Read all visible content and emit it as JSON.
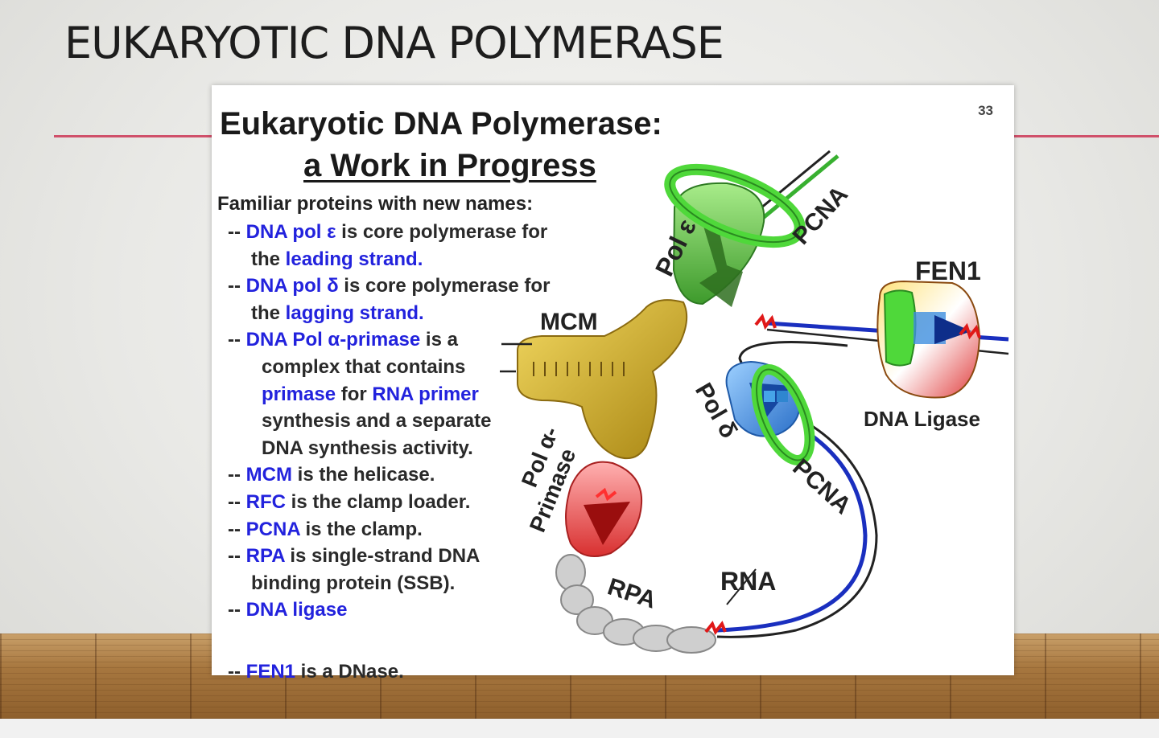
{
  "slide": {
    "title": "EUKARYOTIC DNA POLYMERASE",
    "accent_color": "#d0506a"
  },
  "card": {
    "page_number": "33",
    "title": "Eukaryotic DNA Polymerase:",
    "subtitle": "a Work in Progress",
    "intro": "Familiar proteins with new names:",
    "facts": {
      "pol_epsilon": {
        "dash": "-- ",
        "name": "DNA pol ε",
        "text1": " is core polymerase for",
        "text2": "the ",
        "highlight2": "leading strand",
        "end2": "."
      },
      "pol_delta": {
        "dash": "-- ",
        "name": "DNA pol δ",
        "text1": " is core polymerase for",
        "text2": "the ",
        "highlight2": "lagging strand",
        "end2": "."
      },
      "pol_alpha": {
        "dash": "-- ",
        "name": "DNA Pol α-primase",
        "text1": " is a",
        "line2": "complex that contains",
        "line3_h1": "primase",
        "line3_mid": " for ",
        "line3_h2": "RNA primer",
        "line4": "synthesis and a separate",
        "line5": "DNA synthesis activity."
      },
      "mcm": {
        "dash": "-- ",
        "name": "MCM",
        "text": " is the helicase."
      },
      "rfc": {
        "dash": "-- ",
        "name": "RFC",
        "text": " is the clamp loader."
      },
      "pcna": {
        "dash": "-- ",
        "name": "PCNA",
        "text": " is the clamp."
      },
      "rpa": {
        "dash": "-- ",
        "name": "RPA",
        "text": " is single-strand DNA",
        "line2": "binding protein (SSB)."
      },
      "ligase": {
        "dash": "-- ",
        "name": "DNA ligase"
      },
      "fen1": {
        "dash": "-- ",
        "name": "FEN1",
        "text": " is a DNase."
      }
    },
    "highlight_color": "#2222dd"
  },
  "diagram": {
    "labels": {
      "pol_epsilon": "Pol ε",
      "pcna_top": "PCNA",
      "fen1": "FEN1",
      "mcm": "MCM",
      "pol_delta": "Pol δ",
      "pcna_lower": "PCNA",
      "dna_ligase": "DNA Ligase",
      "pol_alpha_1": "Pol α-",
      "pol_alpha_2": "Primase",
      "rna": "RNA",
      "rpa": "RPA"
    },
    "colors": {
      "pol_epsilon": "#5cc244",
      "pcna_ring": "#4fd83a",
      "mcm": "#d4b324",
      "pol_delta": "#3f8fe0",
      "pol_alpha": "#e04848",
      "rpa": "#c8c8c8",
      "dna_new": "#1a2fbf",
      "rna_primer": "#e01818"
    }
  }
}
